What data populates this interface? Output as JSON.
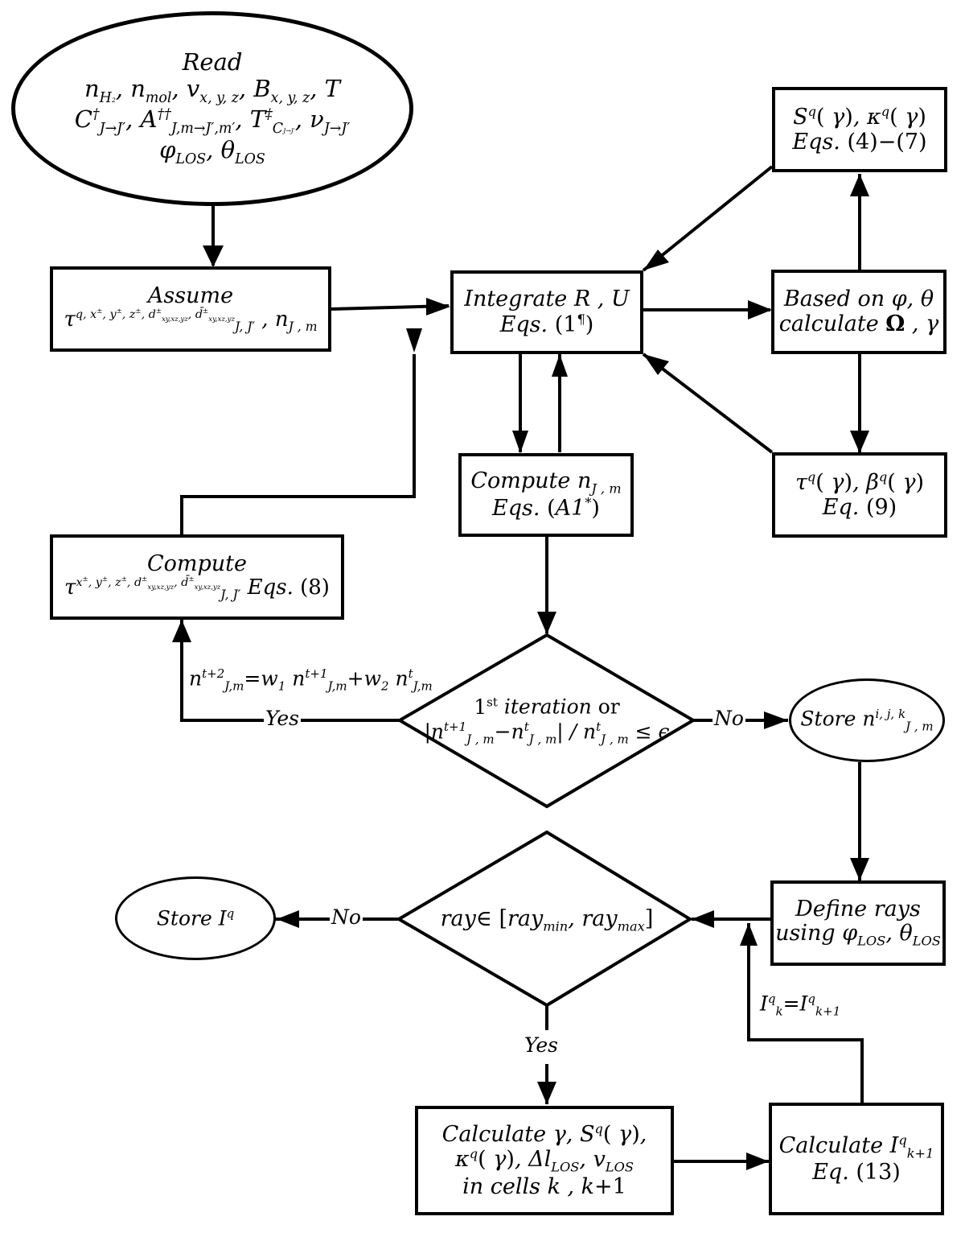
{
  "diagram": {
    "type": "flowchart",
    "colors": {
      "stroke": "#000000",
      "background": "#ffffff",
      "text": "#000000"
    },
    "nodes": {
      "read": {
        "shape": "ellipse",
        "title": "Read",
        "line1": "n_H2, n_mol, v_x,y,z, B_x,y,z, T",
        "line2": "C†_J→J', A††_J,m→J',m', T‡_C_J→J', ν_J→J'",
        "line3": "φ_LOS, θ_LOS"
      },
      "assume": {
        "shape": "rectangle",
        "title": "Assume",
        "line1": "τ^{q, x±, y±, z±, d±_xy,xz,yz, d̄±_xy,xz,yz}_{J,J'}, n_J,m"
      },
      "integrate": {
        "shape": "rectangle",
        "line1": "Integrate R , U",
        "line2": "Eqs. (1¶)"
      },
      "based_on": {
        "shape": "rectangle",
        "line1": "Based on φ, θ",
        "line2": "calculate Ω , γ"
      },
      "source_kappa": {
        "shape": "rectangle",
        "line1": "S^q(γ), κ^q(γ)",
        "line2": "Eqs. (4)−(7)"
      },
      "tau_beta": {
        "shape": "rectangle",
        "line1": "τ^q(γ), β^q(γ)",
        "line2": "Eq. (9)"
      },
      "compute_n": {
        "shape": "rectangle",
        "line1": "Compute n_J,m",
        "line2": "Eqs. (A1*)"
      },
      "compute_tau": {
        "shape": "rectangle",
        "title": "Compute",
        "line1": "τ^{x±, y±, z±, d±_xy,xz,yz, d̄±_xy,xz,yz}_{J,J'} Eqs. (8)"
      },
      "convergence": {
        "shape": "diamond",
        "line1": "1st iteration or",
        "line2": "|n^{t+1}_J,m − n^t_J,m| / n^t_J,m ≤ ϵ"
      },
      "store_n": {
        "shape": "ellipse",
        "line1": "Store n^{i,j,k}_J,m"
      },
      "define_rays": {
        "shape": "rectangle",
        "line1": "Define rays",
        "line2": "using φ_LOS, θ_LOS"
      },
      "ray_check": {
        "shape": "diamond",
        "line1": "ray ∈ [ray_min, ray_max]"
      },
      "store_I": {
        "shape": "ellipse",
        "line1": "Store I^q"
      },
      "calc_cells": {
        "shape": "rectangle",
        "line1": "Calculate γ, S^q(γ),",
        "line2": "κ^q(γ), Δl_LOS, v_LOS",
        "line3": "in cells k , k+1"
      },
      "calc_I": {
        "shape": "rectangle",
        "line1": "Calculate I^q_{k+1}",
        "line2": "Eq. (13)"
      }
    },
    "edge_labels": {
      "yes_converge": "Yes",
      "no_converge": "No",
      "update_rule": "n^{t+2}_J,m = w1 n^{t+1}_J,m + w2 n^t_J,m",
      "no_ray": "No",
      "yes_ray": "Yes",
      "intensity_step": "I^q_k = I^q_{k+1}"
    },
    "edges": [
      {
        "from": "read",
        "to": "assume"
      },
      {
        "from": "assume",
        "to": "integrate"
      },
      {
        "from": "integrate",
        "to": "based_on"
      },
      {
        "from": "based_on",
        "to": "source_kappa"
      },
      {
        "from": "source_kappa",
        "to": "integrate"
      },
      {
        "from": "based_on",
        "to": "tau_beta"
      },
      {
        "from": "tau_beta",
        "to": "integrate"
      },
      {
        "from": "integrate",
        "to": "compute_n"
      },
      {
        "from": "compute_n",
        "to": "integrate"
      },
      {
        "from": "compute_n",
        "to": "convergence"
      },
      {
        "from": "convergence",
        "to": "compute_tau",
        "label": "Yes"
      },
      {
        "from": "compute_tau",
        "to": "integrate"
      },
      {
        "from": "convergence",
        "to": "store_n",
        "label": "No"
      },
      {
        "from": "store_n",
        "to": "define_rays"
      },
      {
        "from": "define_rays",
        "to": "ray_check"
      },
      {
        "from": "ray_check",
        "to": "store_I",
        "label": "No"
      },
      {
        "from": "ray_check",
        "to": "calc_cells",
        "label": "Yes"
      },
      {
        "from": "calc_cells",
        "to": "calc_I"
      },
      {
        "from": "calc_I",
        "to": "ray_check",
        "label": "I^q_k = I^q_{k+1}"
      }
    ]
  },
  "text": {
    "read": "Read",
    "assume": "Assume",
    "compute": "Compute",
    "integrate": "Integrate",
    "eqs": "Eqs",
    "eq": "Eq",
    "based_on": "Based on",
    "calculate": "calculate",
    "Calculate": "Calculate",
    "define_rays": "Define rays",
    "using": "using",
    "store": "Store",
    "iteration": "iteration",
    "or": "or",
    "ray": "ray",
    "in_cells": "in cells",
    "yes": "Yes",
    "no": "No",
    "eq_1": "1",
    "eq_1_mark": "¶",
    "eq_a1": "A1",
    "eq_a1_mark": "*",
    "eq_4_7": "(4)−(7)",
    "eq_8": "(8)",
    "eq_9": "(9)",
    "eq_13": "(13)"
  }
}
